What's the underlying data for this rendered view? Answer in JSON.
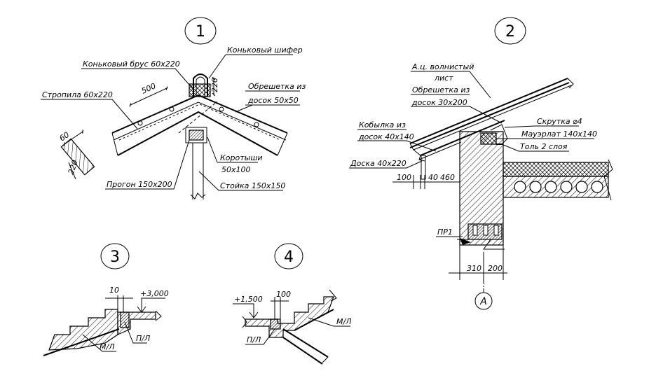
{
  "details": [
    {
      "number": "1"
    },
    {
      "number": "2"
    },
    {
      "number": "3"
    },
    {
      "number": "4"
    }
  ],
  "detail1": {
    "konkovyi_shifer": "Коньковый шифер",
    "konkovyi_brus": "Коньковый брус 60х220",
    "stropila": "Стропила 60х220",
    "obreshetka_line1": "Обрешетка из",
    "obreshetka_line2": "досок 50х50",
    "korotyshi_line1": "Коротыши",
    "korotyshi_line2": "50х100",
    "progon": "Прогон 150х200",
    "stoyka": "Стойка 150х150",
    "dim_500": "500",
    "dim_220_top": "220",
    "section_60": "60",
    "section_220": "220"
  },
  "detail2": {
    "list_line1": "А.ц. волнистый",
    "list_line2": "лист",
    "obreshetka_line1": "Обрешетка из",
    "obreshetka_line2": "досок 30х200",
    "kobylka_line1": "Кобылка из",
    "kobylka_line2": "досок 40х140",
    "skrutka": "Скрутка ⌀4",
    "mauerlat": "Мауэрлат 140х140",
    "tol": "Толь 2 слоя",
    "doska": "Доска 40х220",
    "dim_100": "100",
    "dim_40": "40",
    "dim_460": "460",
    "pr1": "ПР1",
    "dim_310": "310",
    "dim_200": "200",
    "axis": "А"
  },
  "detail3": {
    "level": "+3,000",
    "dim_10": "10",
    "ml": "М/Л",
    "pl": "П/Л"
  },
  "detail4": {
    "level": "+1,500",
    "dim_100": "100",
    "ml": "М/Л",
    "pl": "П/Л"
  }
}
